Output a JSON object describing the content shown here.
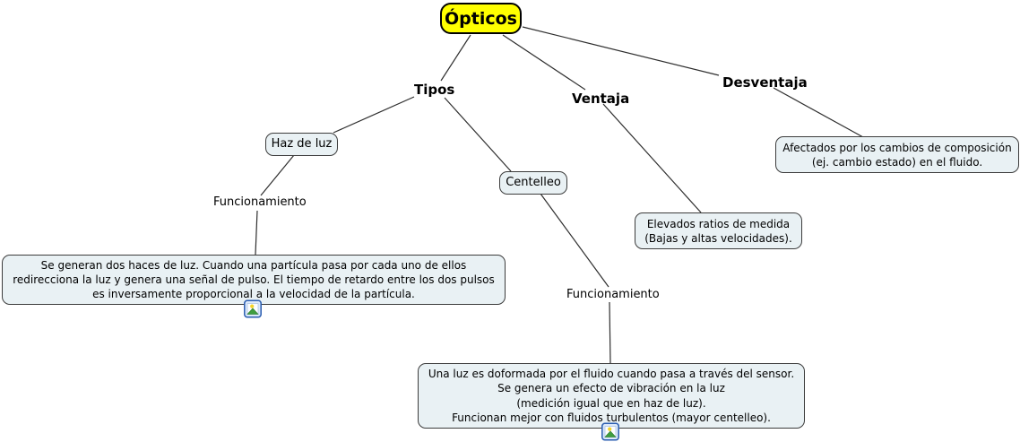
{
  "title": "Ópticos",
  "branches": {
    "tipos": "Tipos",
    "ventaja": "Ventaja",
    "desventaja": "Desventaja"
  },
  "linking_phrases": {
    "funcionamiento_left": "Funcionamiento",
    "funcionamiento_right": "Funcionamiento"
  },
  "nodes": {
    "haz_de_luz": "Haz de luz",
    "centelleo": "Centelleo",
    "haz_de_luz_detail": "Se generan dos haces de luz. Cuando una partícula pasa por cada uno de ellos\nredirecciona la luz y genera una señal de pulso. El tiempo de retardo entre los dos pulsos\nes inversamente proporcional a la velocidad de la partícula.",
    "ventaja_detail": "Elevados ratios de medida\n(Bajas y altas velocidades).",
    "desventaja_detail": "Afectados por los cambios de composición\n(ej. cambio estado) en el fluido.",
    "centelleo_detail": "Una luz es doformada por el fluido cuando pasa a través del sensor.\nSe genera un efecto de vibración en la luz\n(medición igual que en haz de luz).\nFuncionan mejor con fluidos turbulentos (mayor centelleo)."
  },
  "icons": {
    "resource_icon": "image-resource-icon"
  },
  "colors": {
    "root_fill": "#ffff00",
    "node_fill": "#e9f1f4",
    "node_border": "#3c3c3c",
    "line_color": "#2e2e2e"
  }
}
